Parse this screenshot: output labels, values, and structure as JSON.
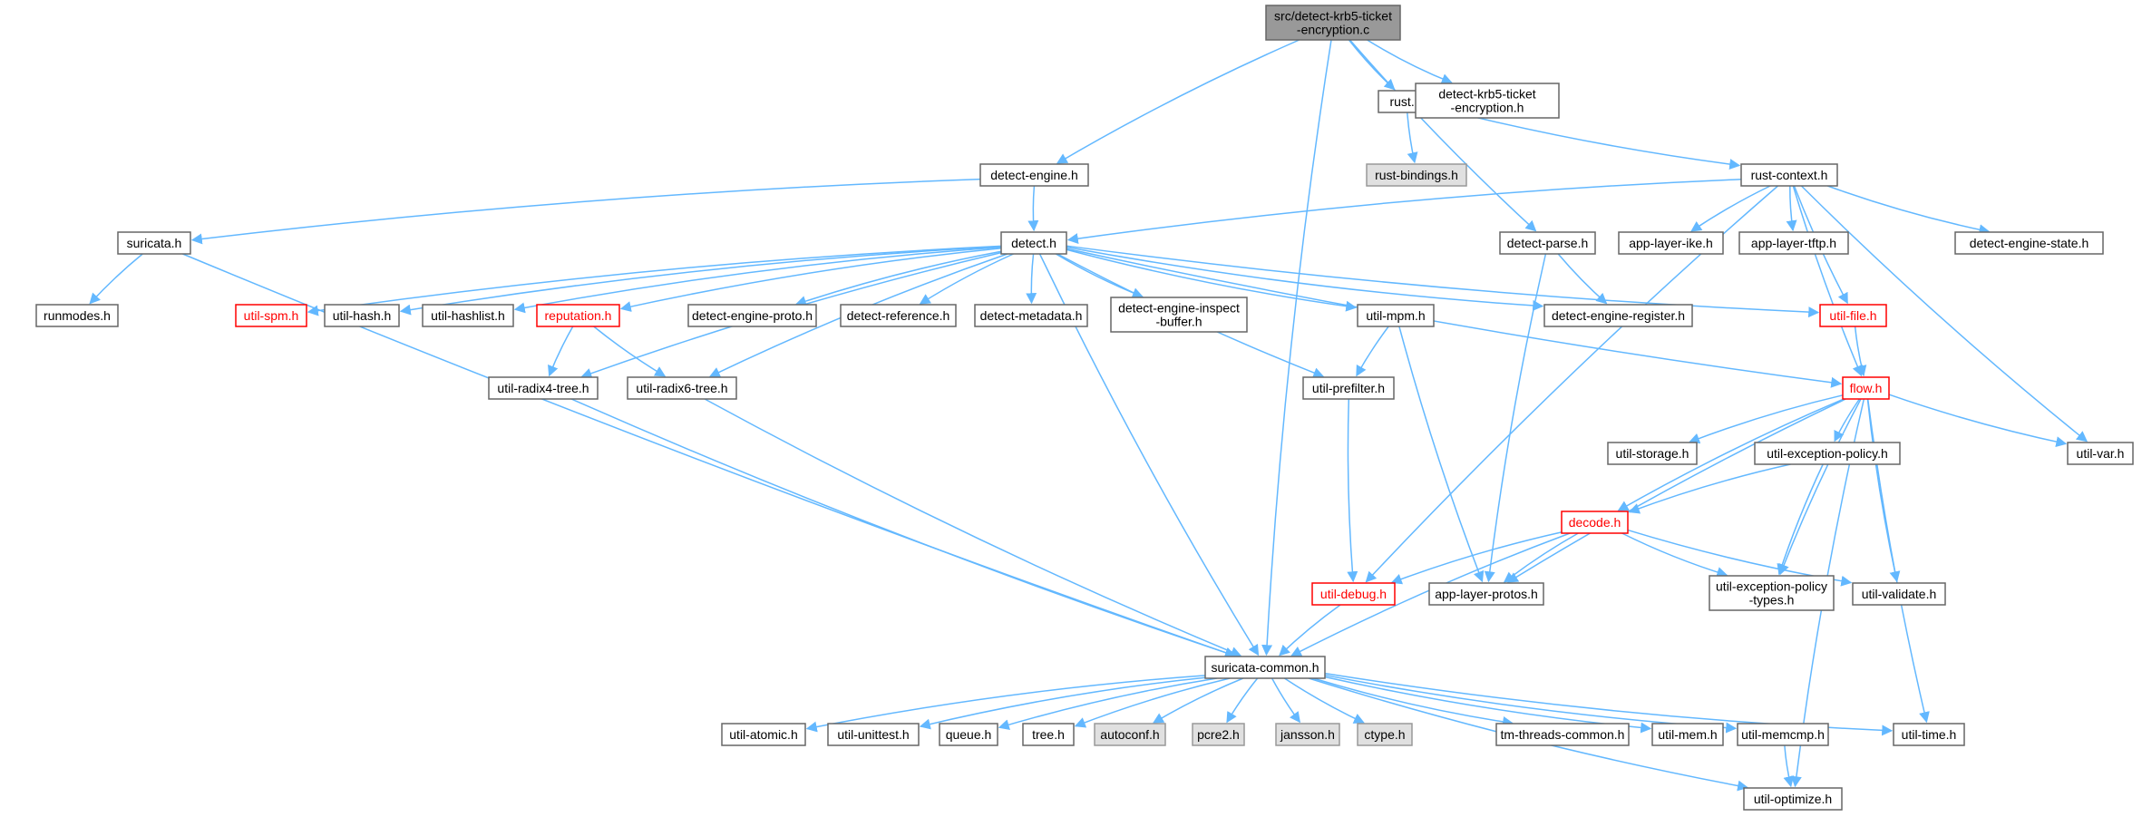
{
  "colors": {
    "edge": "#63b8ff",
    "node_border": "#666666",
    "root_fill": "#999999",
    "external_fill": "#e0e0e0",
    "warning_border": "#ff0000"
  },
  "nodes": [
    {
      "id": "root",
      "lines": [
        "src/detect-krb5-ticket",
        "-encryption.c"
      ],
      "style": "root"
    },
    {
      "id": "rust_h",
      "lines": [
        "rust.h"
      ],
      "style": "normal"
    },
    {
      "id": "dkte_h",
      "lines": [
        "detect-krb5-ticket",
        "-encryption.h"
      ],
      "style": "normal"
    },
    {
      "id": "detect_engine_h",
      "lines": [
        "detect-engine.h"
      ],
      "style": "normal"
    },
    {
      "id": "rust_bindings_h",
      "lines": [
        "rust-bindings.h"
      ],
      "style": "gray"
    },
    {
      "id": "rust_context_h",
      "lines": [
        "rust-context.h"
      ],
      "style": "normal"
    },
    {
      "id": "suricata_h",
      "lines": [
        "suricata.h"
      ],
      "style": "normal"
    },
    {
      "id": "detect_h",
      "lines": [
        "detect.h"
      ],
      "style": "normal"
    },
    {
      "id": "detect_parse_h",
      "lines": [
        "detect-parse.h"
      ],
      "style": "normal"
    },
    {
      "id": "app_layer_ike_h",
      "lines": [
        "app-layer-ike.h"
      ],
      "style": "normal"
    },
    {
      "id": "app_layer_tftp_h",
      "lines": [
        "app-layer-tftp.h"
      ],
      "style": "normal"
    },
    {
      "id": "detect_engine_state_h",
      "lines": [
        "detect-engine-state.h"
      ],
      "style": "normal"
    },
    {
      "id": "runmodes_h",
      "lines": [
        "runmodes.h"
      ],
      "style": "normal"
    },
    {
      "id": "util_spm_h",
      "lines": [
        "util-spm.h"
      ],
      "style": "red"
    },
    {
      "id": "util_hash_h",
      "lines": [
        "util-hash.h"
      ],
      "style": "normal"
    },
    {
      "id": "util_hashlist_h",
      "lines": [
        "util-hashlist.h"
      ],
      "style": "normal"
    },
    {
      "id": "reputation_h",
      "lines": [
        "reputation.h"
      ],
      "style": "red"
    },
    {
      "id": "detect_engine_proto_h",
      "lines": [
        "detect-engine-proto.h"
      ],
      "style": "normal"
    },
    {
      "id": "detect_reference_h",
      "lines": [
        "detect-reference.h"
      ],
      "style": "normal"
    },
    {
      "id": "detect_metadata_h",
      "lines": [
        "detect-metadata.h"
      ],
      "style": "normal"
    },
    {
      "id": "deib_h",
      "lines": [
        "detect-engine-inspect",
        "-buffer.h"
      ],
      "style": "normal"
    },
    {
      "id": "util_mpm_h",
      "lines": [
        "util-mpm.h"
      ],
      "style": "normal"
    },
    {
      "id": "detect_engine_register_h",
      "lines": [
        "detect-engine-register.h"
      ],
      "style": "normal"
    },
    {
      "id": "util_file_h",
      "lines": [
        "util-file.h"
      ],
      "style": "red"
    },
    {
      "id": "util_radix4_tree_h",
      "lines": [
        "util-radix4-tree.h"
      ],
      "style": "normal"
    },
    {
      "id": "util_radix6_tree_h",
      "lines": [
        "util-radix6-tree.h"
      ],
      "style": "normal"
    },
    {
      "id": "util_prefilter_h",
      "lines": [
        "util-prefilter.h"
      ],
      "style": "normal"
    },
    {
      "id": "flow_h",
      "lines": [
        "flow.h"
      ],
      "style": "red"
    },
    {
      "id": "util_storage_h",
      "lines": [
        "util-storage.h"
      ],
      "style": "normal"
    },
    {
      "id": "util_exception_policy_h",
      "lines": [
        "util-exception-policy.h"
      ],
      "style": "normal"
    },
    {
      "id": "util_var_h",
      "lines": [
        "util-var.h"
      ],
      "style": "normal"
    },
    {
      "id": "decode_h",
      "lines": [
        "decode.h"
      ],
      "style": "red"
    },
    {
      "id": "util_debug_h",
      "lines": [
        "util-debug.h"
      ],
      "style": "red"
    },
    {
      "id": "app_layer_protos_h",
      "lines": [
        "app-layer-protos.h"
      ],
      "style": "normal"
    },
    {
      "id": "uept_h",
      "lines": [
        "util-exception-policy",
        "-types.h"
      ],
      "style": "normal"
    },
    {
      "id": "util_validate_h",
      "lines": [
        "util-validate.h"
      ],
      "style": "normal"
    },
    {
      "id": "suricata_common_h",
      "lines": [
        "suricata-common.h"
      ],
      "style": "normal"
    },
    {
      "id": "util_atomic_h",
      "lines": [
        "util-atomic.h"
      ],
      "style": "normal"
    },
    {
      "id": "util_unittest_h",
      "lines": [
        "util-unittest.h"
      ],
      "style": "normal"
    },
    {
      "id": "queue_h",
      "lines": [
        "queue.h"
      ],
      "style": "normal"
    },
    {
      "id": "tree_h",
      "lines": [
        "tree.h"
      ],
      "style": "normal"
    },
    {
      "id": "autoconf_h",
      "lines": [
        "autoconf.h"
      ],
      "style": "gray"
    },
    {
      "id": "pcre2_h",
      "lines": [
        "pcre2.h"
      ],
      "style": "gray"
    },
    {
      "id": "jansson_h",
      "lines": [
        "jansson.h"
      ],
      "style": "gray"
    },
    {
      "id": "ctype_h",
      "lines": [
        "ctype.h"
      ],
      "style": "gray"
    },
    {
      "id": "tm_threads_common_h",
      "lines": [
        "tm-threads-common.h"
      ],
      "style": "normal"
    },
    {
      "id": "util_mem_h",
      "lines": [
        "util-mem.h"
      ],
      "style": "normal"
    },
    {
      "id": "util_memcmp_h",
      "lines": [
        "util-memcmp.h"
      ],
      "style": "normal"
    },
    {
      "id": "util_time_h",
      "lines": [
        "util-time.h"
      ],
      "style": "normal"
    },
    {
      "id": "util_optimize_h",
      "lines": [
        "util-optimize.h"
      ],
      "style": "normal"
    }
  ],
  "edges": [
    [
      "root",
      "rust_h"
    ],
    [
      "root",
      "dkte_h"
    ],
    [
      "root",
      "detect_engine_h"
    ],
    [
      "root",
      "detect_parse_h"
    ],
    [
      "root",
      "suricata_common_h"
    ],
    [
      "rust_h",
      "rust_bindings_h"
    ],
    [
      "rust_h",
      "rust_context_h"
    ],
    [
      "detect_engine_h",
      "suricata_h"
    ],
    [
      "detect_engine_h",
      "detect_h"
    ],
    [
      "rust_context_h",
      "detect_h"
    ],
    [
      "rust_context_h",
      "app_layer_ike_h"
    ],
    [
      "rust_context_h",
      "app_layer_tftp_h"
    ],
    [
      "rust_context_h",
      "detect_engine_state_h"
    ],
    [
      "rust_context_h",
      "util_file_h"
    ],
    [
      "rust_context_h",
      "flow_h"
    ],
    [
      "rust_context_h",
      "util_var_h"
    ],
    [
      "rust_context_h",
      "util_debug_h"
    ],
    [
      "suricata_h",
      "runmodes_h"
    ],
    [
      "suricata_h",
      "suricata_common_h"
    ],
    [
      "detect_h",
      "util_spm_h"
    ],
    [
      "detect_h",
      "util_hash_h"
    ],
    [
      "detect_h",
      "util_hashlist_h"
    ],
    [
      "detect_h",
      "reputation_h"
    ],
    [
      "detect_h",
      "detect_engine_proto_h"
    ],
    [
      "detect_h",
      "detect_reference_h"
    ],
    [
      "detect_h",
      "detect_metadata_h"
    ],
    [
      "detect_h",
      "deib_h"
    ],
    [
      "detect_h",
      "util_mpm_h"
    ],
    [
      "detect_h",
      "detect_engine_register_h"
    ],
    [
      "detect_h",
      "util_file_h"
    ],
    [
      "detect_h",
      "flow_h"
    ],
    [
      "detect_h",
      "util_radix4_tree_h"
    ],
    [
      "detect_h",
      "util_radix6_tree_h"
    ],
    [
      "detect_h",
      "util_prefilter_h"
    ],
    [
      "detect_h",
      "suricata_common_h"
    ],
    [
      "detect_parse_h",
      "detect_engine_register_h"
    ],
    [
      "detect_parse_h",
      "app_layer_protos_h"
    ],
    [
      "reputation_h",
      "util_radix4_tree_h"
    ],
    [
      "reputation_h",
      "util_radix6_tree_h"
    ],
    [
      "util_mpm_h",
      "util_prefilter_h"
    ],
    [
      "util_mpm_h",
      "app_layer_protos_h"
    ],
    [
      "util_file_h",
      "flow_h"
    ],
    [
      "util_radix4_tree_h",
      "suricata_common_h"
    ],
    [
      "util_radix6_tree_h",
      "suricata_common_h"
    ],
    [
      "util_prefilter_h",
      "util_debug_h"
    ],
    [
      "flow_h",
      "util_storage_h"
    ],
    [
      "flow_h",
      "util_exception_policy_h"
    ],
    [
      "flow_h",
      "util_var_h"
    ],
    [
      "flow_h",
      "decode_h"
    ],
    [
      "flow_h",
      "app_layer_protos_h"
    ],
    [
      "flow_h",
      "uept_h"
    ],
    [
      "flow_h",
      "util_validate_h"
    ],
    [
      "flow_h",
      "util_time_h"
    ],
    [
      "flow_h",
      "util_optimize_h"
    ],
    [
      "util_exception_policy_h",
      "decode_h"
    ],
    [
      "util_exception_policy_h",
      "uept_h"
    ],
    [
      "decode_h",
      "util_debug_h"
    ],
    [
      "decode_h",
      "app_layer_protos_h"
    ],
    [
      "decode_h",
      "uept_h"
    ],
    [
      "decode_h",
      "util_validate_h"
    ],
    [
      "decode_h",
      "suricata_common_h"
    ],
    [
      "util_debug_h",
      "suricata_common_h"
    ],
    [
      "suricata_common_h",
      "util_atomic_h"
    ],
    [
      "suricata_common_h",
      "util_unittest_h"
    ],
    [
      "suricata_common_h",
      "queue_h"
    ],
    [
      "suricata_common_h",
      "tree_h"
    ],
    [
      "suricata_common_h",
      "autoconf_h"
    ],
    [
      "suricata_common_h",
      "pcre2_h"
    ],
    [
      "suricata_common_h",
      "jansson_h"
    ],
    [
      "suricata_common_h",
      "ctype_h"
    ],
    [
      "suricata_common_h",
      "tm_threads_common_h"
    ],
    [
      "suricata_common_h",
      "util_mem_h"
    ],
    [
      "suricata_common_h",
      "util_memcmp_h"
    ],
    [
      "suricata_common_h",
      "util_time_h"
    ],
    [
      "suricata_common_h",
      "util_optimize_h"
    ],
    [
      "util_memcmp_h",
      "util_optimize_h"
    ]
  ]
}
